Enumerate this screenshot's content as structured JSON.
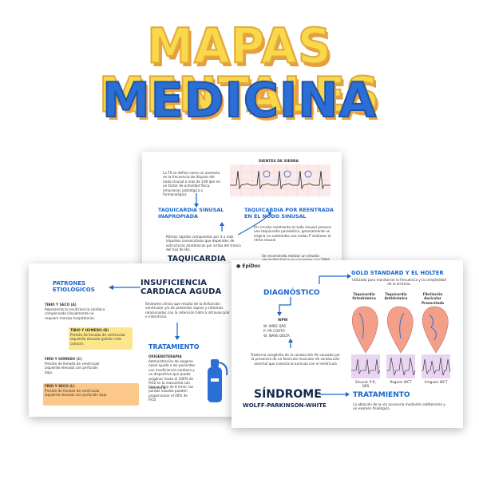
{
  "header": {
    "line1": "MAPAS MENTALES",
    "line2": "MEDICINA"
  },
  "card_back": {
    "intro": "La TS se define como un aumento en la frecuencia de disparo del nodo sinusal a más de 100 lpm en un factor de actividad física, emocional, patológica o farmacológica",
    "dientes_label": "DIENTES DE SIERRA",
    "title_inapropiada": "TAQUICARDIA SINUSAL INAPROPIADA",
    "title_reentrada": "TAQUICARDIA POR REENTRADA EN EL NODO SINUSAL",
    "reentrada_text": "Un circuito reentrante al nodo sinusal provoca una taquicardia paroxística, generalmente se origina no sostenidas con ondas P similares al ritmo sinusal",
    "inapropiada_text": "Ritmos rápidos compuestos por 3 o más impulsos consecutivos que dependen de estructuras anatómicas por arriba del tronco del haz de His.",
    "estudio_text": "Se recomienda realizar un estudio electrofisiológico en pacientes con TRNS",
    "title_supra": "TAQUICARDIA SUPRAVENTRICULAR"
  },
  "card_left": {
    "title_patrones": "PATRONES ETIOLÓGICOS",
    "title_ica": "INSUFICIENCIA CARDIACA AGUDA",
    "ica_text": "Síndrome clínico que resulta de la disfunción ventricular y/o de presentar signos y síntomas relacionados con la retención hídrica intravascular e intersticial.",
    "items": [
      {
        "head": "TIBIO Y SECO (A)",
        "text": "Representa la insuficiencia cardiaca compensada (Usualmente no requiere manejo hospitalario).",
        "color": "#ffffff"
      },
      {
        "head": "TIBIO Y HÚMEDO (B)",
        "text": "Presión de llenado de ventricular izquierdo elevada (patrón más común).",
        "color": "#fde58c"
      },
      {
        "head": "FRÍO Y HÚMEDO (C)",
        "text": "Presión de llenado de ventricular izquierdo elevada con perfusión baja.",
        "color": "#ffffff"
      },
      {
        "head": "FRÍO Y SECO (L)",
        "text": "Presión de llenado de ventricular izquierdo elevada con perfusión baja.",
        "color": "#fbc88a"
      }
    ],
    "title_tratamiento": "TRATAMIENTO",
    "oxigeno_head": "OXIGENOTERAPIA",
    "oxigeno_text": "Administración de oxígeno nasal ayuda a los pacientes con insuficiencia cardiaca y un dispositivo que puede oxigenar hasta el 100% de FiO2 es la mascarilla con reservorio.",
    "flujo_text": "Con un flujo de 8 l/min, las puntas nasales pueden proporcionar el 40% de FiO2."
  },
  "card_right": {
    "brand": "EpiDoc",
    "title_diagnostico": "DIAGNÓSTICO",
    "wpw_head": "WPW",
    "wpw_items": [
      "W: WIDE QRS",
      "P: PR CORTO",
      "W: WAVE DELTA"
    ],
    "sindrome_text": "Trastorno congénito de la conducción AV causado por la presencia de un fascículo muscular de conducción anormal que conecta la aurícula con el ventrículo",
    "title_sindrome": "SÍNDROME",
    "subtitle_sindrome": "WOLFF-PARKINSON-WHITE",
    "title_gold": "GOLD STANDARD Y EL HOLTER",
    "gold_text": "Utilizado para monitorear la frecuencia y la complejidad de la arritmia.",
    "hearts": [
      {
        "label": "Taquicardia Ortodrómica",
        "ecg": "Sinusal: P-R, QRS"
      },
      {
        "label": "Taquicardia Antidrómica",
        "ecg": "Regular WCT"
      },
      {
        "label": "Fibrilación Auricular Preexcitada",
        "ecg": "Irregular WCT"
      }
    ],
    "title_tratamiento": "TRATAMIENTO",
    "tratamiento_text": "La ablación de la vía accesoria mediante catéterismo y un examen fisiológico."
  },
  "colors": {
    "yellow": "#f9d84b",
    "blue": "#2b6fd6",
    "accent_orange": "#f2a23a"
  }
}
